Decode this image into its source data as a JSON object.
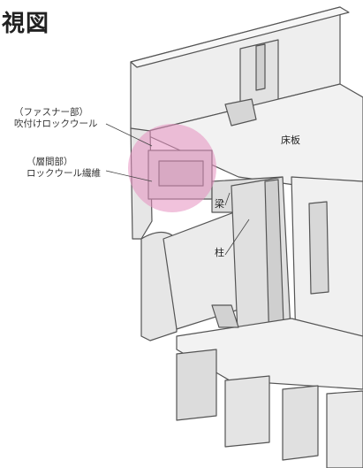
{
  "title": "視図",
  "callouts": {
    "fastener": {
      "line1": "（ファスナー部）",
      "line2": "吹付けロックウール"
    },
    "gap": {
      "line1": "（層間部）",
      "line2": "ロックウール繊維"
    }
  },
  "members": {
    "floor_slab": "床板",
    "beam": "梁",
    "column": "柱"
  },
  "colors": {
    "highlight": "#e58fbf",
    "structure_fill": "#eeeeee",
    "structure_line": "#555555"
  }
}
